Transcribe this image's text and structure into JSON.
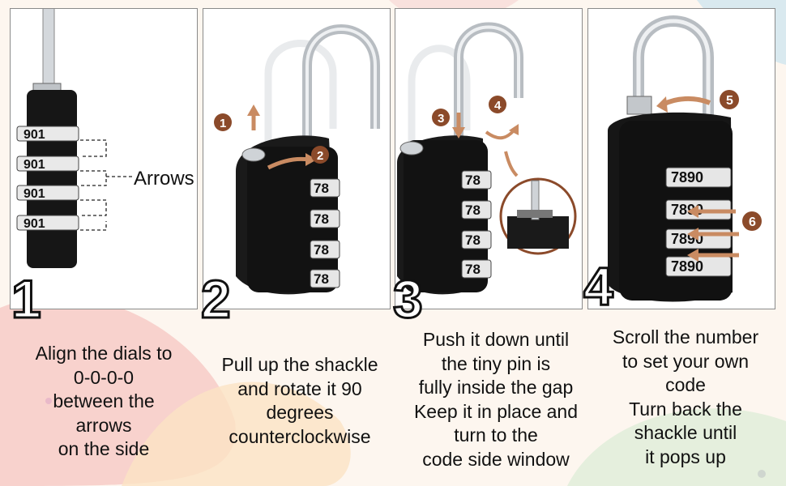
{
  "steps": [
    {
      "number": "1",
      "caption": "Align the dials to\n0-0-0-0\nbetween the\narrows\non the side"
    },
    {
      "number": "2",
      "caption": "Pull up the shackle\nand rotate it 90\ndegrees\ncounterclockwise"
    },
    {
      "number": "3",
      "caption": "Push it down until\nthe tiny pin is\nfully inside the gap\nKeep it in place and\nturn to the\ncode side window"
    },
    {
      "number": "4",
      "caption": "Scroll the number\nto set your own\ncode\nTurn back the\nshackle until\nit pops up"
    }
  ],
  "arrows_label": "Arrows",
  "dial_digits_panel1": "901",
  "dial_digits_side": "78",
  "dial_digits_panel4": "7890",
  "badges": [
    "1",
    "2",
    "3",
    "4",
    "5",
    "6"
  ],
  "colors": {
    "badge": "#8b4a2a",
    "arrow": "#c98b62",
    "lock_body": "#141414",
    "shackle": "#c8ccd0"
  }
}
